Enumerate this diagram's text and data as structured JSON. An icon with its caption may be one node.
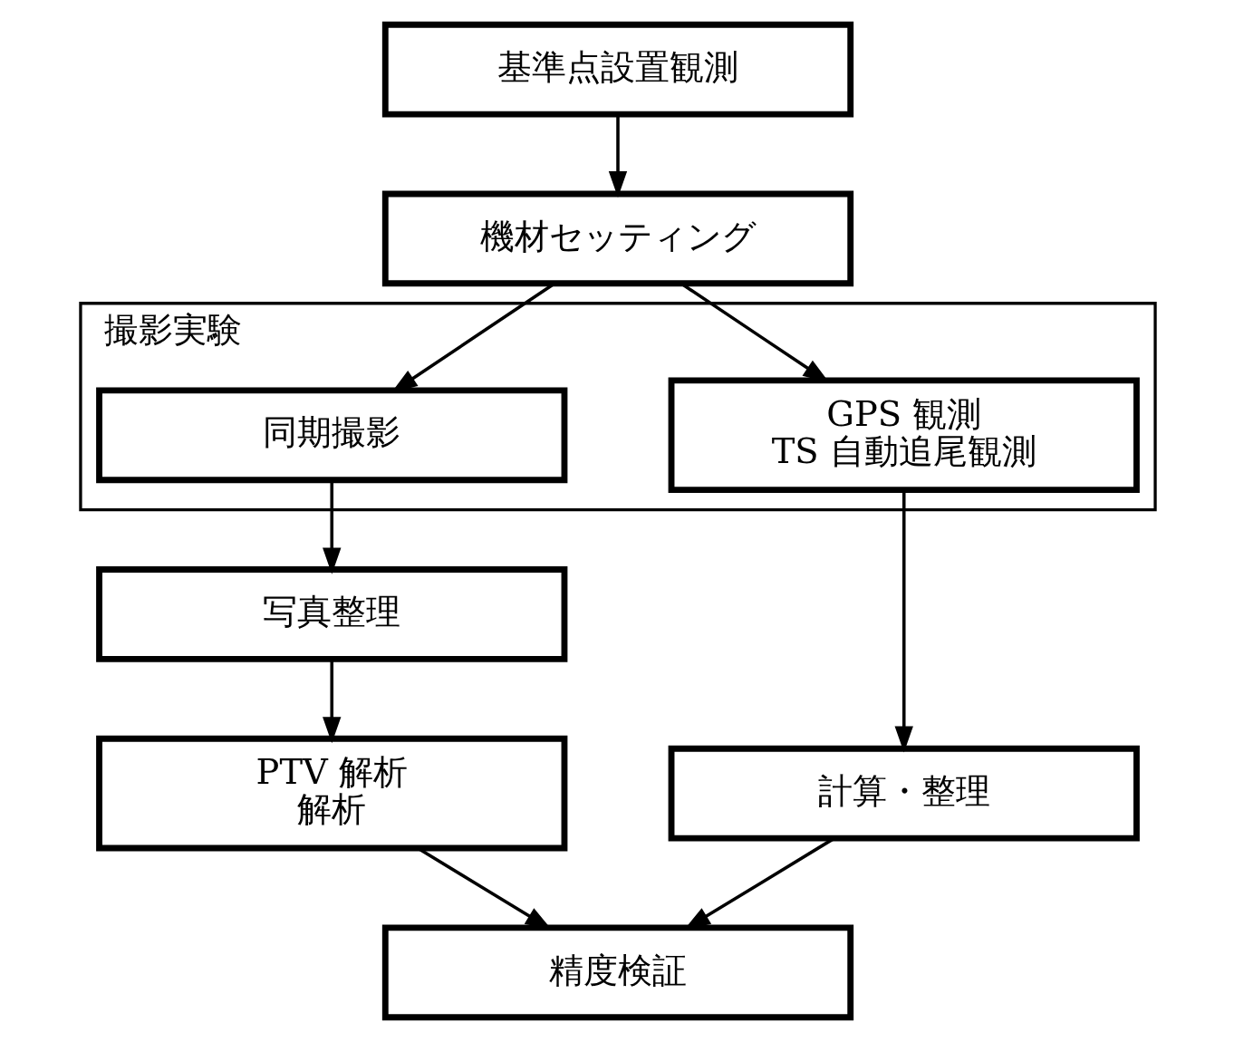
{
  "diagram": {
    "nodes": [
      {
        "text": [
          "基準点設置観測"
        ]
      },
      {
        "text": [
          "機材セッティング"
        ]
      },
      {
        "text": [
          "撮影実験"
        ]
      },
      {
        "text": [
          "同期撮影"
        ],
        "in": 2
      },
      {
        "text": [
          "GPS 観測",
          "TS 自動追尾観測"
        ],
        "in": 2
      },
      {
        "text": [
          "写真整理"
        ]
      },
      {
        "text": [
          "計算・整理"
        ]
      },
      {
        "text": [
          "PTV 解析",
          "解析"
        ]
      },
      {
        "text": [
          "精度検証"
        ]
      }
    ],
    "edges": [
      {
        "from": 0,
        "to": 1,
        "arrow": "to"
      },
      {
        "from": 1,
        "to": 3,
        "arrow": "to"
      },
      {
        "from": 1,
        "to": 4,
        "arrow": "to"
      },
      {
        "from": 3,
        "to": 5,
        "arrow": "to"
      },
      {
        "from": 4,
        "to": 6,
        "arrow": "to"
      },
      {
        "from": 5,
        "to": 7,
        "arrow": "to"
      },
      {
        "from": 6,
        "to": 8,
        "arrow": "to"
      },
      {
        "from": 7,
        "to": 8,
        "arrow": "to"
      }
    ]
  }
}
